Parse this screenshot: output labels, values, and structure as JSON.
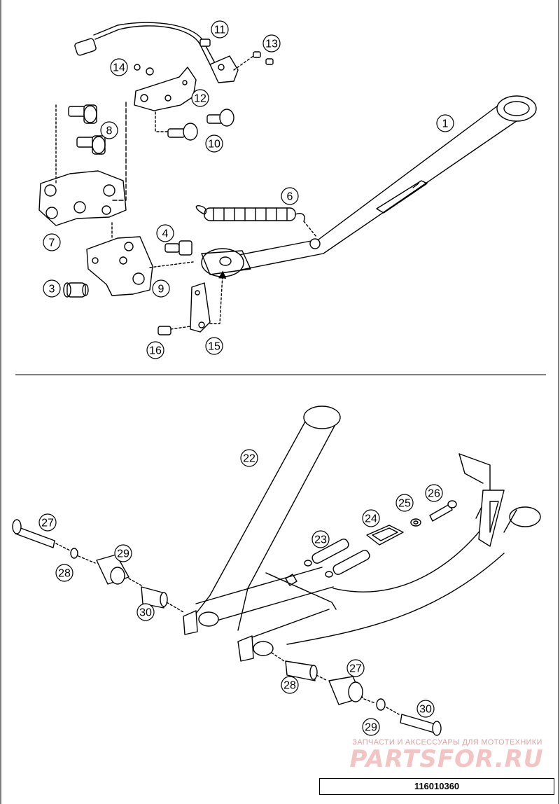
{
  "diagram": {
    "top_section": {
      "callouts": [
        "1",
        "3",
        "4",
        "6",
        "7",
        "8",
        "9",
        "10",
        "11",
        "12",
        "13",
        "14",
        "15",
        "16"
      ]
    },
    "bottom_section": {
      "callouts": [
        "22",
        "23",
        "24",
        "25",
        "26",
        "27",
        "28",
        "29",
        "30",
        "27",
        "28",
        "29",
        "30"
      ]
    }
  },
  "watermark": {
    "subtitle": "ЗАПЧАСТИ И АКСЕССУАРЫ ДЛЯ МОТОТЕХНИКИ",
    "brand": "PARTSFOR.RU"
  },
  "reference_code": "116010360",
  "colors": {
    "line": "#000000",
    "watermark": "#f2c4c4",
    "background": "#ffffff"
  }
}
